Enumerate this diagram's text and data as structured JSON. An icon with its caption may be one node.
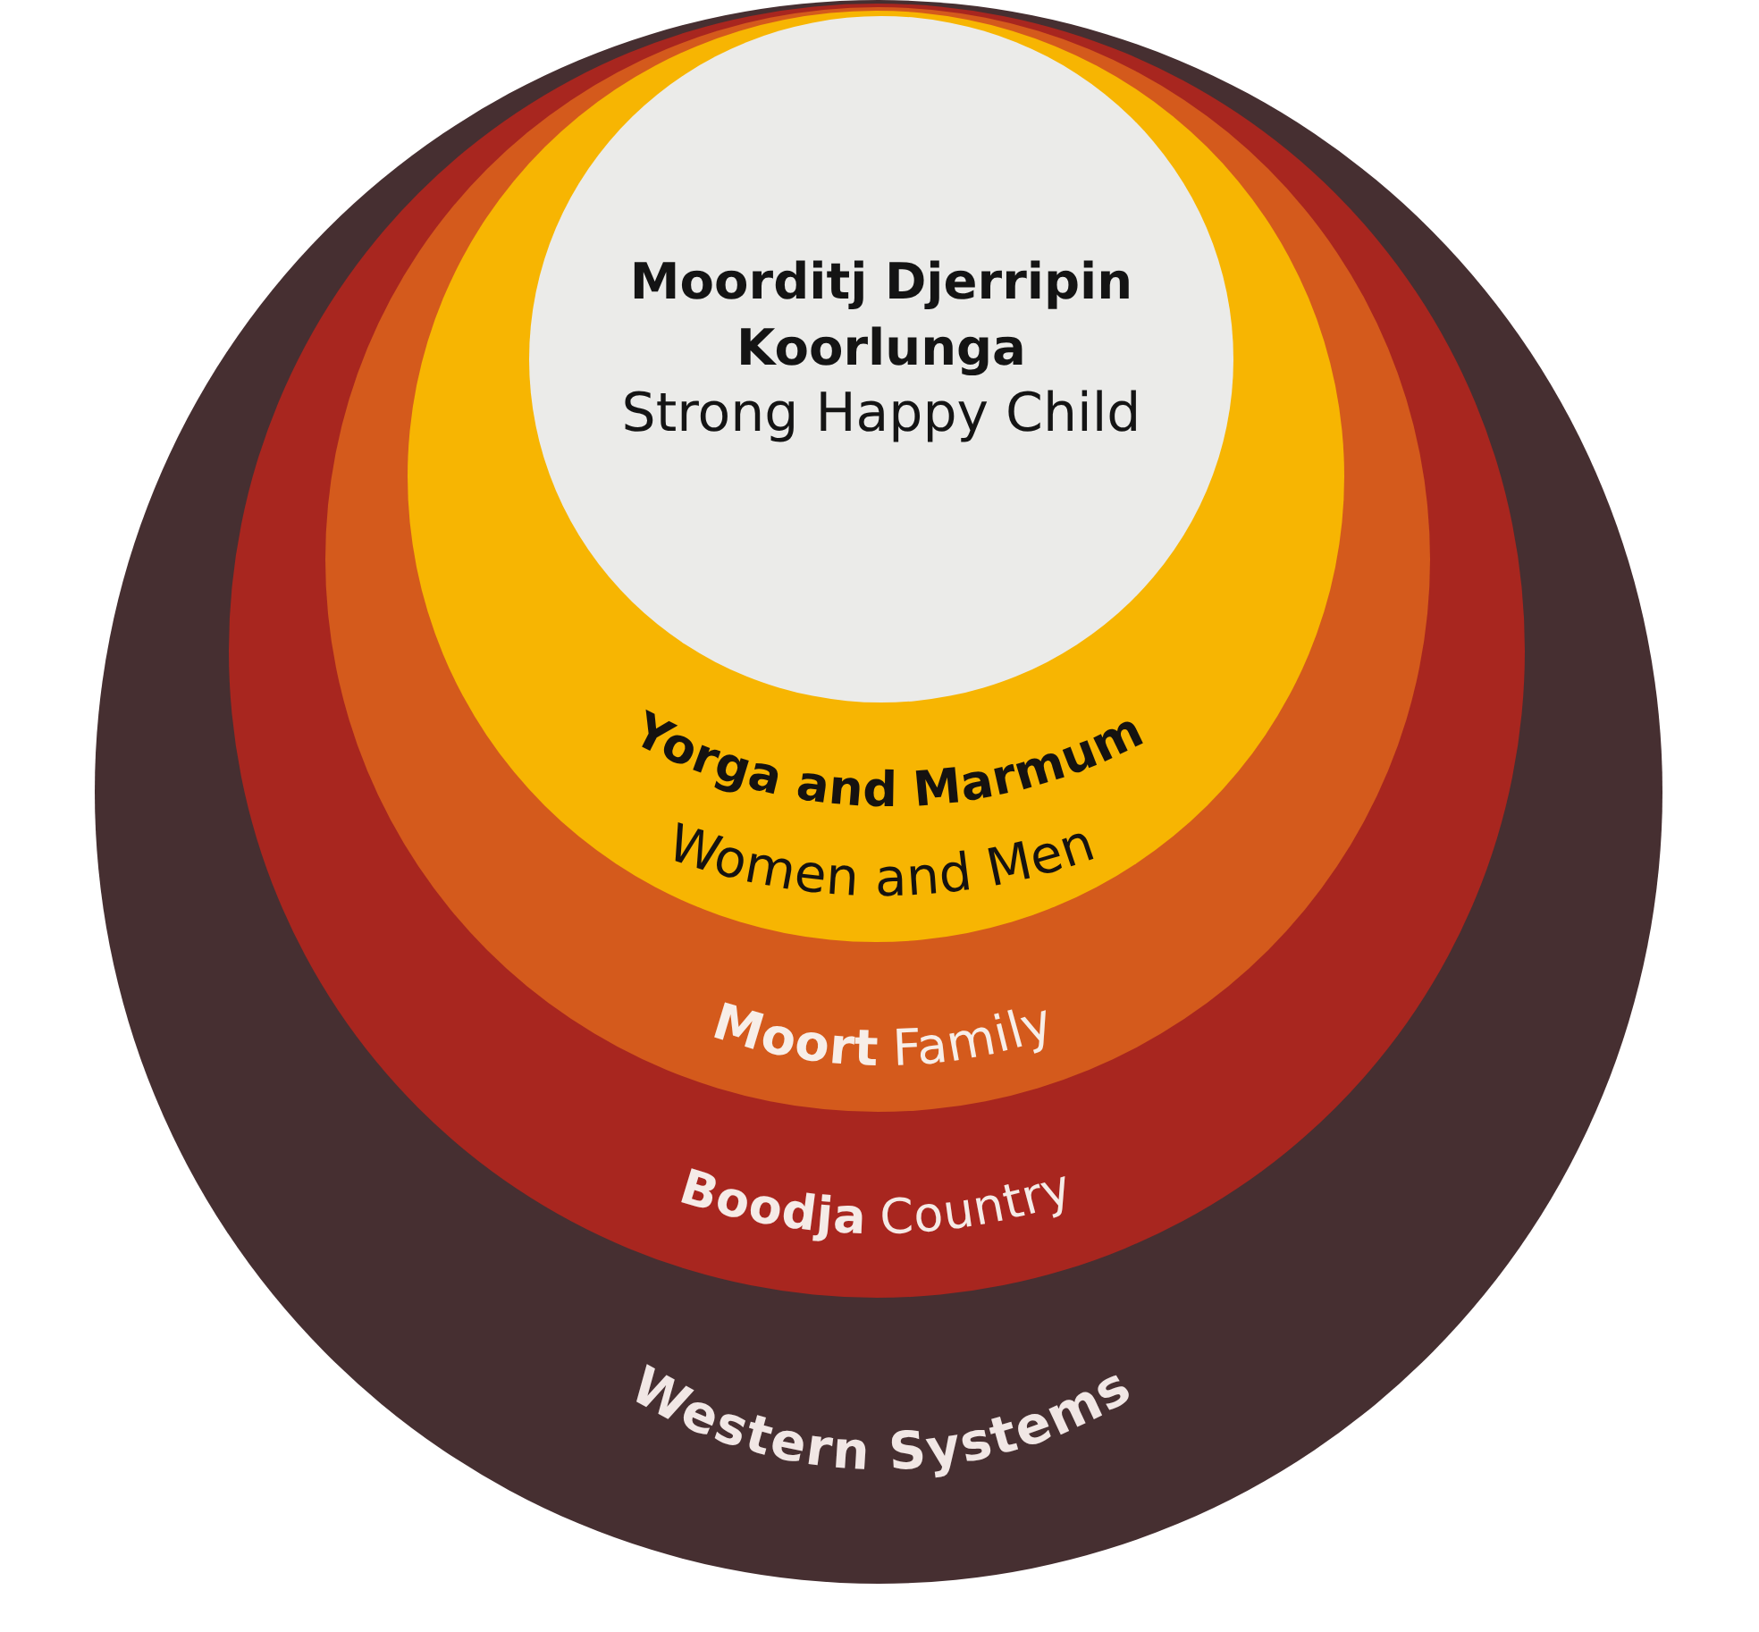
{
  "diagram": {
    "nodes": [
      {
        "text": [
          "Western Systems"
        ]
      },
      {
        "text": [
          "Boodja",
          "Country"
        ],
        "in": 0
      },
      {
        "text": [
          "Moort",
          "Family"
        ],
        "in": 1
      },
      {
        "text": [
          "Yorga and Marmum",
          "Women and Men"
        ],
        "in": 2
      },
      {
        "text": [
          "Moorditj Djerripin Koorlunga",
          "Strong Happy Child"
        ],
        "in": 3
      }
    ]
  }
}
